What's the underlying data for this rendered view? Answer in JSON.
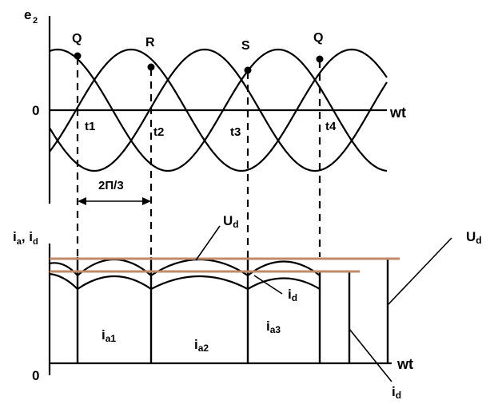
{
  "top_graph": {
    "y_axis_label": "e",
    "y_axis_sub": "2",
    "x_axis_label": "wt",
    "origin_label": "0",
    "points": [
      "Q",
      "R",
      "S",
      "Q"
    ],
    "times": [
      "t1",
      "t2",
      "t3",
      "t4"
    ],
    "interval_label": "2Π/3"
  },
  "bottom_graph": {
    "y_axis_label": "i",
    "y_axis_sub_a": "a",
    "y_axis_sep": ", i",
    "y_axis_sub_d": "d",
    "x_axis_label": "wt",
    "origin_label": "0",
    "currents": [
      {
        "main": "i",
        "sub": "a1"
      },
      {
        "main": "i",
        "sub": "a2"
      },
      {
        "main": "i",
        "sub": "a3"
      }
    ],
    "ud_label": {
      "main": "U",
      "sub": "d"
    },
    "ud_label_right": {
      "main": "U",
      "sub": "d"
    },
    "id_label_mid": {
      "main": "i",
      "sub": "d"
    },
    "id_label_bottom": {
      "main": "i",
      "sub": "d"
    }
  }
}
